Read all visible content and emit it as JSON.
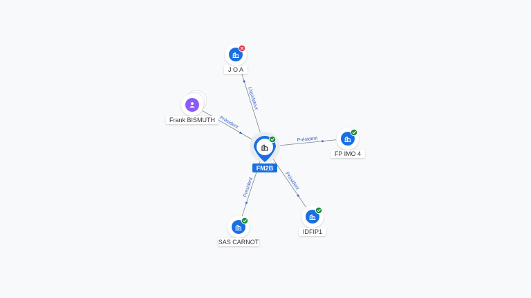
{
  "colors": {
    "node_blue": "#1a6fe0",
    "center_blue": "#1a6fe0",
    "person_purple": "#8b5cf6",
    "status_ok": "#1f8a3b",
    "status_error": "#e0314a",
    "edge": "#8a8f98",
    "edge_label": "#3b64c7"
  },
  "graph": {
    "center": {
      "label": "FM2B",
      "icon": "building-icon",
      "status": "ok"
    },
    "nodes": [
      {
        "id": "joa",
        "label": "J O A",
        "icon": "building-icon",
        "status": "error"
      },
      {
        "id": "frank",
        "label": "Frank BISMUTH",
        "icon": "person-icon",
        "status": "none"
      },
      {
        "id": "fpimo4",
        "label": "FP IMO 4",
        "icon": "building-icon",
        "status": "ok"
      },
      {
        "id": "idfip1",
        "label": "IDFIP1",
        "icon": "building-icon",
        "status": "ok"
      },
      {
        "id": "sascarnot",
        "label": "SAS CARNOT",
        "icon": "building-icon",
        "status": "ok"
      }
    ],
    "edges": [
      {
        "from": "center",
        "to": "joa",
        "label": "Liquidateur"
      },
      {
        "from": "frank",
        "to": "center",
        "label": "Président"
      },
      {
        "from": "center",
        "to": "fpimo4",
        "label": "Président"
      },
      {
        "from": "center",
        "to": "idfip1",
        "label": "Président"
      },
      {
        "from": "center",
        "to": "sascarnot",
        "label": "Président"
      }
    ]
  }
}
